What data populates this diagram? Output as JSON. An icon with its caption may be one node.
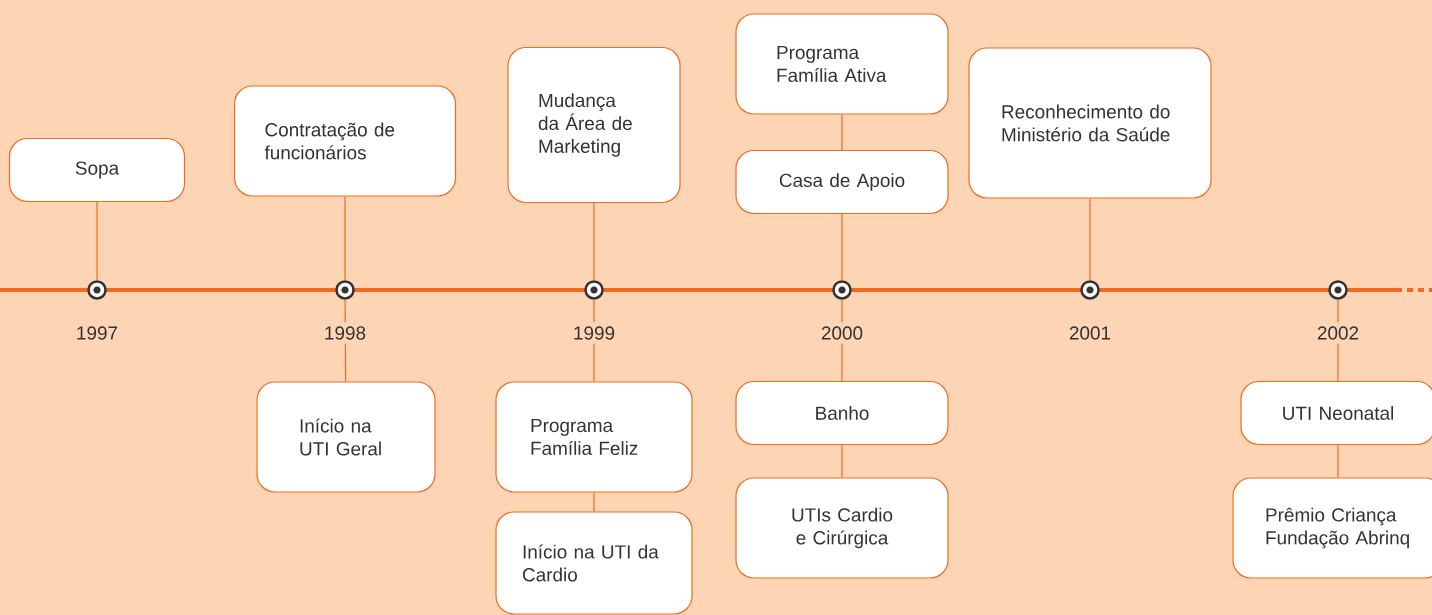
{
  "diagram": {
    "nodes": [
      {
        "text": [
          "Sopa"
        ]
      },
      {
        "text": [
          "Contratação de funcionários"
        ]
      },
      {
        "text": [
          "Mudança da Área de Marketing"
        ]
      },
      {
        "text": [
          "Programa Família Ativa"
        ]
      },
      {
        "text": [
          "Casa de Apoio"
        ]
      },
      {
        "text": [
          "Reconhecimento do Ministério da Saúde"
        ]
      },
      {
        "text": [],
        "shape": "circle",
        "beside": [
          "1997"
        ]
      },
      {
        "text": [],
        "shape": "circle",
        "beside": [
          "1998"
        ]
      },
      {
        "text": [],
        "shape": "circle",
        "beside": [
          "1999"
        ]
      },
      {
        "text": [],
        "shape": "circle",
        "beside": [
          "2000"
        ]
      },
      {
        "text": [],
        "shape": "circle",
        "beside": [
          "2001"
        ]
      },
      {
        "text": [],
        "shape": "circle",
        "beside": [
          "2002"
        ]
      },
      {
        "text": [
          "Início na UTI Geral"
        ]
      },
      {
        "text": [
          "Programa Família Feliz"
        ]
      },
      {
        "text": [
          "Início na UTI  da Cardio"
        ]
      },
      {
        "text": [
          "Banho"
        ]
      },
      {
        "text": [
          "UTIs Cardio e Cirúrgica"
        ]
      },
      {
        "text": [
          "UTI Neonatal"
        ]
      },
      {
        "text": [
          "Prêmio Criança Fundação Abrinq"
        ]
      }
    ],
    "edges": [
      {
        "from": 0,
        "to": 6,
        "arrow": "none"
      },
      {
        "from": 1,
        "to": 7,
        "arrow": "none"
      },
      {
        "from": 2,
        "to": 8,
        "arrow": "none"
      },
      {
        "from": 3,
        "to": 4,
        "arrow": "none"
      },
      {
        "from": 4,
        "to": 9,
        "arrow": "none"
      },
      {
        "from": 5,
        "to": 10,
        "arrow": "none"
      },
      {
        "from": 7,
        "to": 12,
        "arrow": "none"
      },
      {
        "from": 8,
        "to": 13,
        "arrow": "none"
      },
      {
        "from": 13,
        "to": 14,
        "arrow": "none"
      },
      {
        "from": 9,
        "to": 15,
        "arrow": "none"
      },
      {
        "from": 15,
        "to": 16,
        "arrow": "none"
      },
      {
        "from": 11,
        "to": 17,
        "arrow": "none"
      },
      {
        "from": 17,
        "to": 18,
        "arrow": "none"
      }
    ]
  }
}
